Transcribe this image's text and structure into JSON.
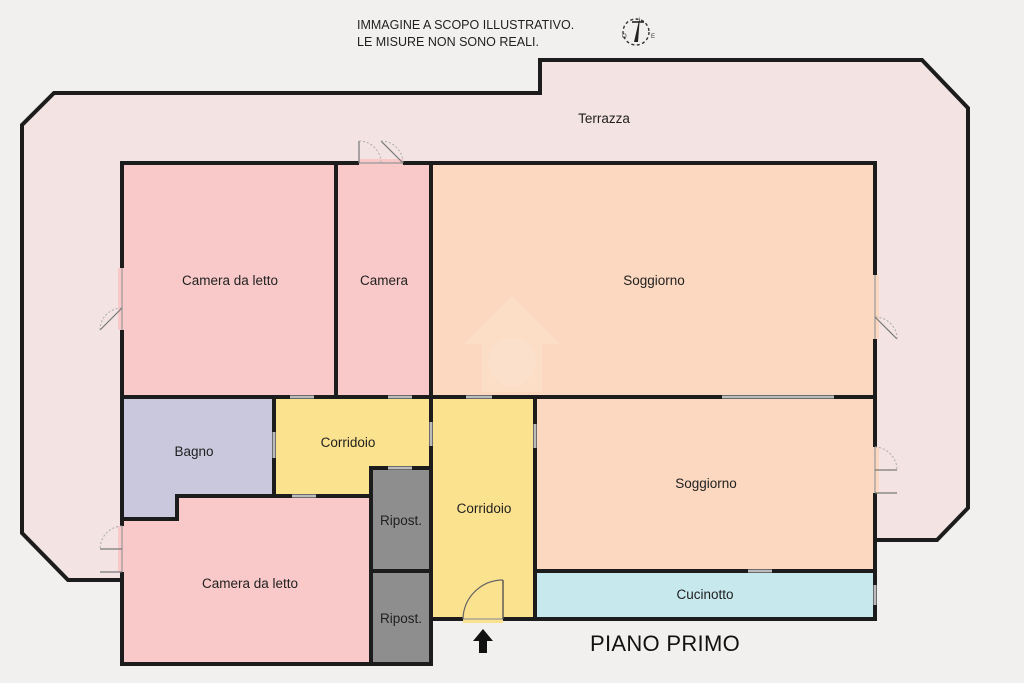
{
  "notice": {
    "line1": "IMMAGINE A SCOPO ILLUSTRATIVO.",
    "line2": "LE MISURE NON SONO REALI."
  },
  "floor_label": "PIANO PRIMO",
  "rooms": {
    "terrazza": "Terrazza",
    "camera_letto_1": "Camera da letto",
    "camera": "Camera",
    "soggiorno_1": "Soggiorno",
    "bagno": "Bagno",
    "corridoio_1": "Corridoio",
    "corridoio_2": "Corridoio",
    "soggiorno_2": "Soggiorno",
    "ripost_1": "Ripost.",
    "ripost_2": "Ripost.",
    "camera_letto_2": "Camera da letto",
    "cucinotto": "Cucinotto"
  },
  "colors": {
    "terrace": "#f3e4e3",
    "bedroom": "#f9c9c9",
    "living": "#fbd8bf",
    "bathroom": "#c9c8dc",
    "corridor": "#fbe28e",
    "storage": "#8e8e8e",
    "kitchenette": "#c7e9ee",
    "wall": "#1c1c1c"
  },
  "icons": {
    "compass": "compass-icon",
    "entrance": "entrance-arrow-icon",
    "watermark": "watermark-logo-icon"
  }
}
